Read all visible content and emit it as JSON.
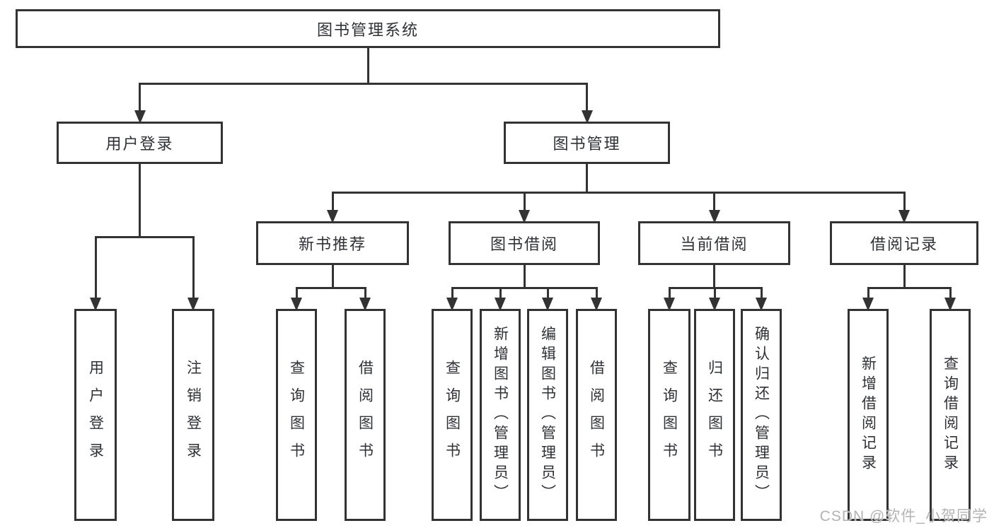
{
  "diagram": {
    "type": "hierarchy-tree",
    "title": "图书管理系统"
  },
  "nodes": {
    "root": {
      "label": "图书管理系统"
    },
    "user_login": {
      "label": "用户登录"
    },
    "book_mgmt": {
      "label": "图书管理"
    },
    "new_books": {
      "label": "新书推荐"
    },
    "borrow": {
      "label": "图书借阅"
    },
    "current": {
      "label": "当前借阅"
    },
    "records": {
      "label": "借阅记录"
    },
    "leaf_user_login": {
      "label": "用户登录"
    },
    "leaf_logout": {
      "label": "注销登录"
    },
    "nb_query": {
      "label": "查询图书"
    },
    "nb_borrow": {
      "label": "借阅图书"
    },
    "bw_query": {
      "label": "查询图书"
    },
    "bw_add": {
      "label": "新增图书（管理员）"
    },
    "bw_edit": {
      "label": "编辑图书（管理员）"
    },
    "bw_borrow": {
      "label": "借阅图书"
    },
    "cur_query": {
      "label": "查询图书"
    },
    "cur_return": {
      "label": "归还图书"
    },
    "cur_confirm": {
      "label": "确认归还（管理员）"
    },
    "rec_add": {
      "label": "新增借阅记录"
    },
    "rec_query": {
      "label": "查询借阅记录"
    }
  },
  "edges": [
    {
      "from": "root",
      "to": [
        "user_login",
        "book_mgmt"
      ]
    },
    {
      "from": "user_login",
      "to": [
        "leaf_user_login",
        "leaf_logout"
      ]
    },
    {
      "from": "book_mgmt",
      "to": [
        "new_books",
        "borrow",
        "current",
        "records"
      ]
    },
    {
      "from": "new_books",
      "to": [
        "nb_query",
        "nb_borrow"
      ]
    },
    {
      "from": "borrow",
      "to": [
        "bw_query",
        "bw_add",
        "bw_edit",
        "bw_borrow"
      ]
    },
    {
      "from": "current",
      "to": [
        "cur_query",
        "cur_return",
        "cur_confirm"
      ]
    },
    {
      "from": "records",
      "to": [
        "rec_add",
        "rec_query"
      ]
    }
  ],
  "watermark": {
    "text": "CSDN @软件_小贺同学"
  },
  "colors": {
    "line": "#333333",
    "text": "#2f3135",
    "background": "#ffffff",
    "watermark": "#b3b3b3"
  }
}
